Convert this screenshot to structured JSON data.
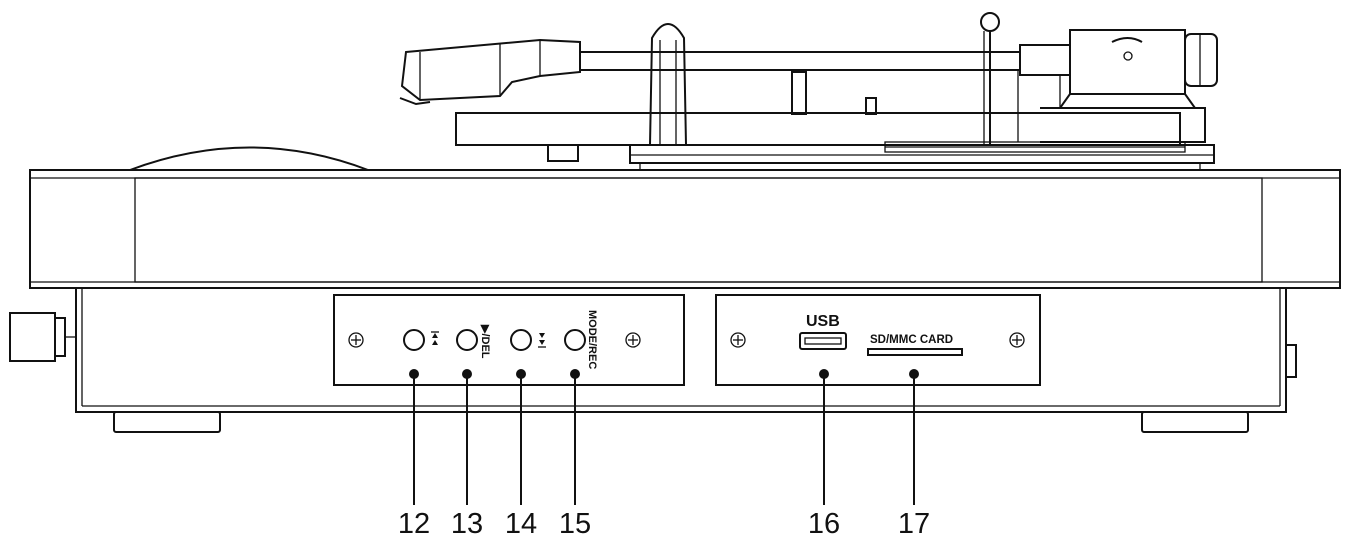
{
  "button_panel": {
    "buttons": [
      {
        "number": "12",
        "label": "",
        "icon": "skip-back-icon"
      },
      {
        "number": "13",
        "label": "▶/DEL",
        "icon": ""
      },
      {
        "number": "14",
        "label": "",
        "icon": "skip-forward-icon"
      },
      {
        "number": "15",
        "label": "MODE/REC",
        "icon": ""
      }
    ]
  },
  "media_panel": {
    "usb_label": "USB",
    "card_label": "SD/MMC CARD",
    "usb_number": "16",
    "card_number": "17"
  }
}
